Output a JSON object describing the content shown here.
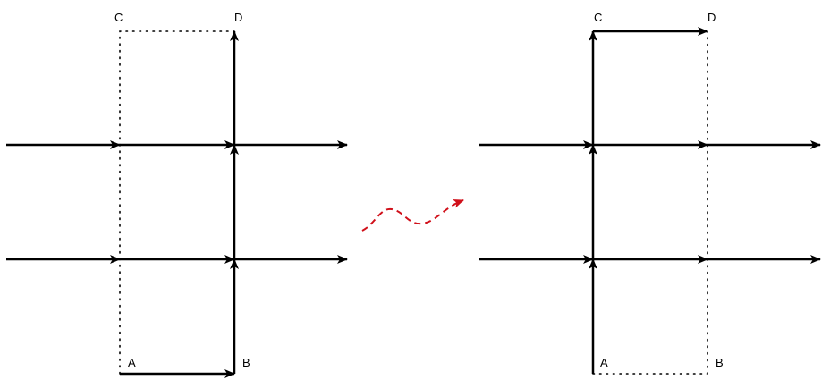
{
  "diagram": {
    "description": "Path deformation of a Wilson-line-like contour across a lattice of arrows",
    "colors": {
      "line": "#000000",
      "deform_arrow": "#d0101a"
    },
    "left_panel": {
      "labels": {
        "A": "A",
        "B": "B",
        "C": "C",
        "D": "D"
      },
      "solid_path": "A → B → D (bottom edge then right vertical)",
      "dotted_path": "A → C → D (left vertical then top edge)"
    },
    "right_panel": {
      "labels": {
        "A": "A",
        "B": "B",
        "C": "C",
        "D": "D"
      },
      "solid_path": "A → C → D (left vertical then top edge)",
      "dotted_path": "A → B → D (bottom edge then right vertical)"
    },
    "connector": "red dashed wavy arrow (deformation)"
  }
}
